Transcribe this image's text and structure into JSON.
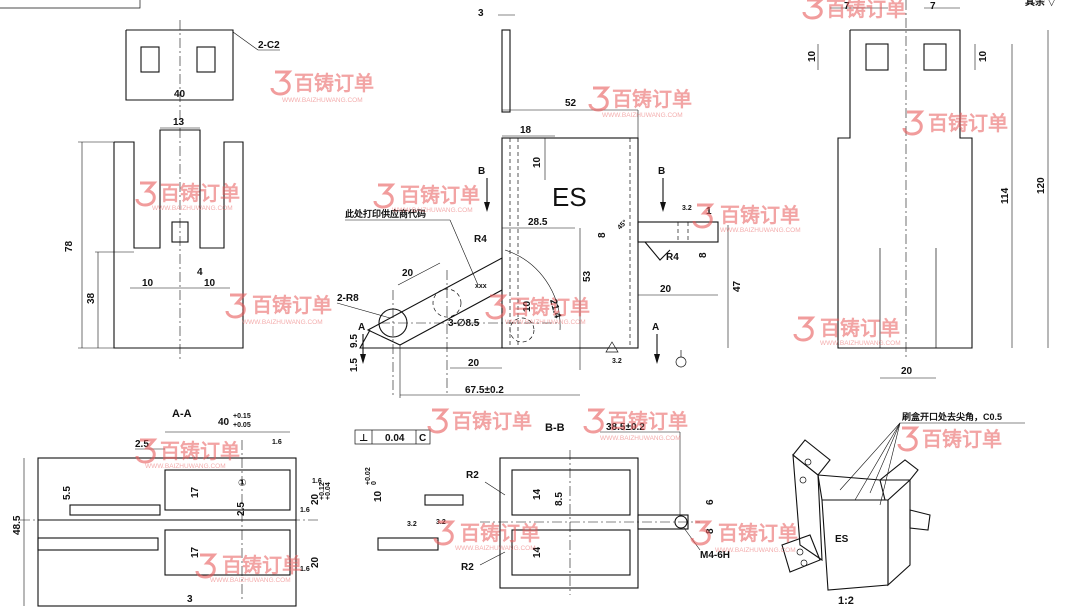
{
  "watermark": {
    "name": "百铸订单",
    "url": "WWW.BAIZHUWANG.COM",
    "color": "#e85a5a"
  },
  "top_right_note": "其余 ▽",
  "view1": {
    "chamfer": "2-C2",
    "dims": {
      "width": "40",
      "slot": "13",
      "h78": "78",
      "h38": "38",
      "w10a": "10",
      "w4": "4",
      "w10b": "10"
    }
  },
  "view2": {
    "dims": {
      "d3": "3",
      "d52": "52",
      "d18": "18",
      "d10": "10",
      "d28": "28.5",
      "d53": "53",
      "d47": "47",
      "d20a": "20",
      "d20b": "20",
      "d20c": "20",
      "d10b": "10",
      "d21": "21.4",
      "d95": "9.5",
      "d15": "1.5",
      "d675": "67.5±0.2",
      "d3s": "3.2",
      "d8": "8",
      "d8b": "8",
      "d45": "45°",
      "d1": "1",
      "d32": "3.2"
    },
    "labels": {
      "r4a": "R4",
      "r4b": "R4",
      "r8": "2-R8",
      "holes": "3-∅8.5",
      "xxx": "xxx",
      "print_note": "此处打印供应商代码",
      "es": "ES",
      "secB1": "B",
      "secB2": "B",
      "secA1": "A",
      "secA2": "A"
    },
    "roughness": "3.2"
  },
  "view3": {
    "dims": {
      "d7a": "7",
      "d7b": "7",
      "d10a": "10",
      "d10b": "10",
      "d114": "114",
      "d120": "120",
      "d20": "20"
    }
  },
  "sectionAA": {
    "title": "A-A",
    "dims": {
      "d40": "40",
      "tol_up": "+0.15",
      "tol_dn": "+0.05",
      "d25": "2.5",
      "d55": "5.5",
      "d485": "48.5",
      "d17a": "17",
      "d17b": "17",
      "d25b": "2.5",
      "d20t1": "20",
      "d20t2": "20",
      "tolA": "+0.12",
      "tolB": "+0.04",
      "d10t": "10",
      "tol10a": "+0.02",
      "tol10b": "0",
      "d3": "3",
      "r16a": "1.6",
      "r16b": "1.6",
      "r16c": "1.6",
      "r16d": "1.6",
      "r32a": "3.2",
      "r32b": "3.2",
      "circle1": "①"
    },
    "gdt": {
      "symbol": "⊥",
      "value": "0.04",
      "datum": "C"
    }
  },
  "sectionBB": {
    "title": "B-B",
    "dims": {
      "d385": "38.5±0.2",
      "r2a": "R2",
      "r2b": "R2",
      "d14a": "14",
      "d14b": "14",
      "d85": "8.5",
      "d6": "6",
      "d8": "8",
      "m4": "M4-6H"
    }
  },
  "iso": {
    "note": "刷盒开口处去尖角，C0.5",
    "scale": "1:2",
    "es": "ES"
  }
}
